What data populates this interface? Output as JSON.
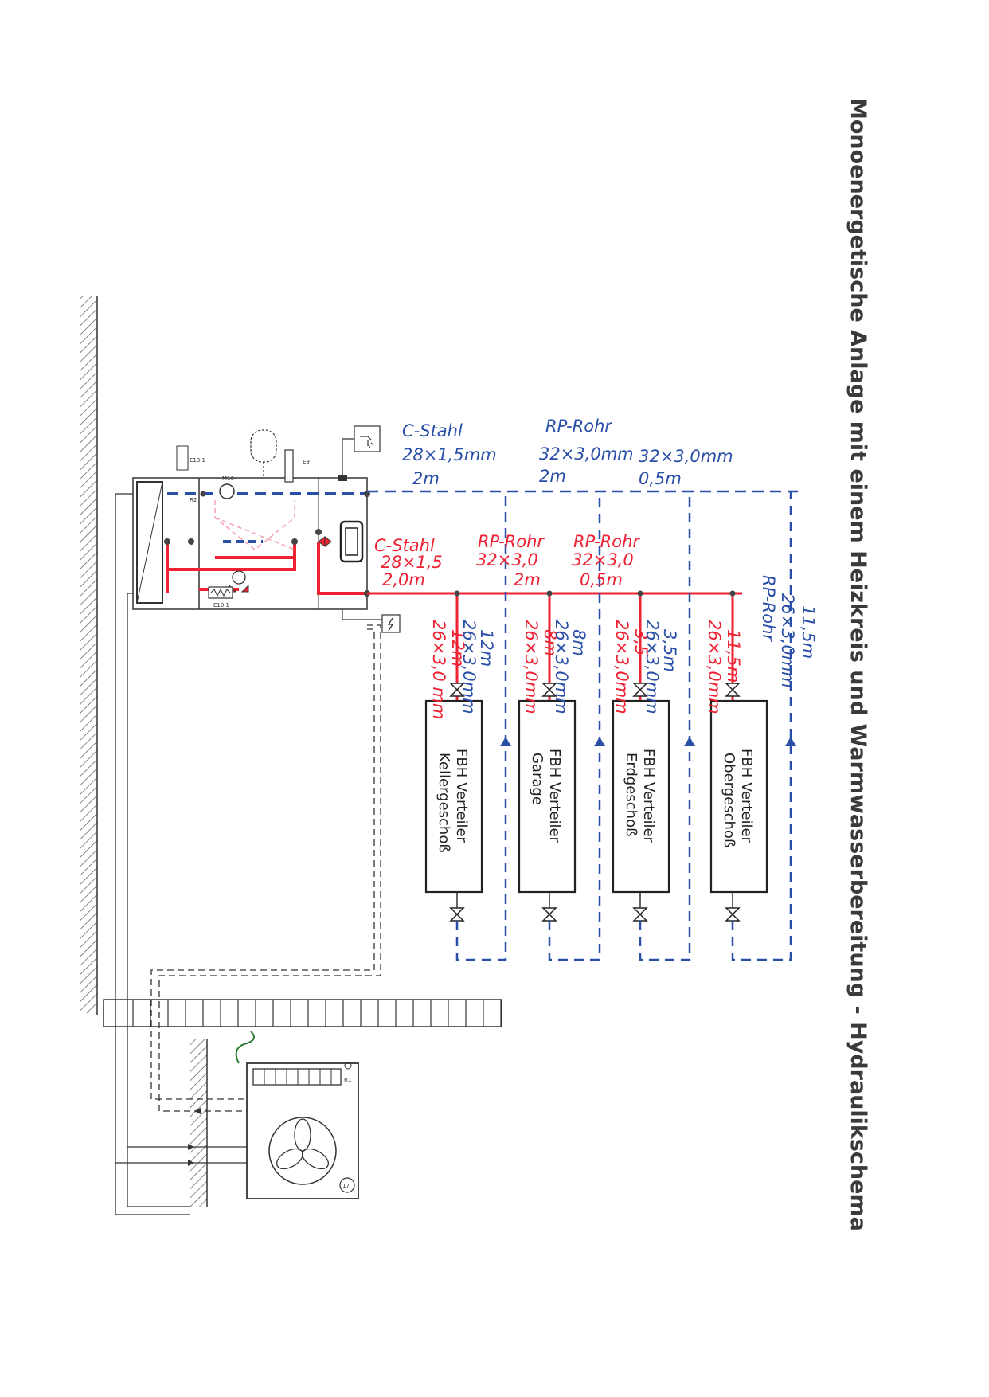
{
  "title": "Monoenergetische Anlage mit einem Heizkreis und Warmwasserbereitung - Hydraulikschema",
  "colors": {
    "supply": "#ee2233",
    "return": "#2a4fa8",
    "line": "#333333",
    "hatch": "#555555"
  },
  "component_labels": {
    "m16": "M16",
    "e9": "E9",
    "e10_1": "E10.1",
    "r1": "R1",
    "n17": "17",
    "e13_1": "E13.1",
    "r2": "R2"
  },
  "return_labels": {
    "row1_a": "C-Stahl",
    "row1_b": "RP-Rohr",
    "row2_a": "28×1,5mm",
    "row2_b": "32×3,0mm",
    "row2_c": "32×3,0mm",
    "row3_a": "2m",
    "row3_b": "2m",
    "row3_c": "0,5m"
  },
  "supply_labels": {
    "row1_a": "C-Stahl",
    "row1_b": "RP-Rohr",
    "row1_c": "RP-Rohr",
    "row2_a": "28×1,5",
    "row2_b": "32×3,0",
    "row2_c": "32×3,0",
    "row3_a": "2,0m",
    "row3_b": "2m",
    "row3_c": "0,5m"
  },
  "distributors": [
    {
      "name": "FBH Verteiler",
      "sub": "Kellergeschoß",
      "supply_len": "12m",
      "supply_dim": "26×3,0 mm",
      "return_len": "12m",
      "return_dim": "26×3,0mm"
    },
    {
      "name": "FBH Verteiler",
      "sub": "Garage",
      "supply_len": "8m",
      "supply_dim": "26×3,0mm",
      "return_len": "8m",
      "return_dim": "26×3,0mm"
    },
    {
      "name": "FBH Verteiler",
      "sub": "Erdgeschoß",
      "supply_len": "3,5",
      "supply_dim": "26×3,0mm",
      "return_len": "3,5m",
      "return_dim": "26×3,0mm"
    },
    {
      "name": "FBH Verteiler",
      "sub": "Obergeschoß",
      "supply_len": "11,5m",
      "supply_dim": "26×3,0mm",
      "return_len": "11,5m",
      "return_dim": "26×3,0mm",
      "return_type": "RP-Rohr"
    }
  ]
}
